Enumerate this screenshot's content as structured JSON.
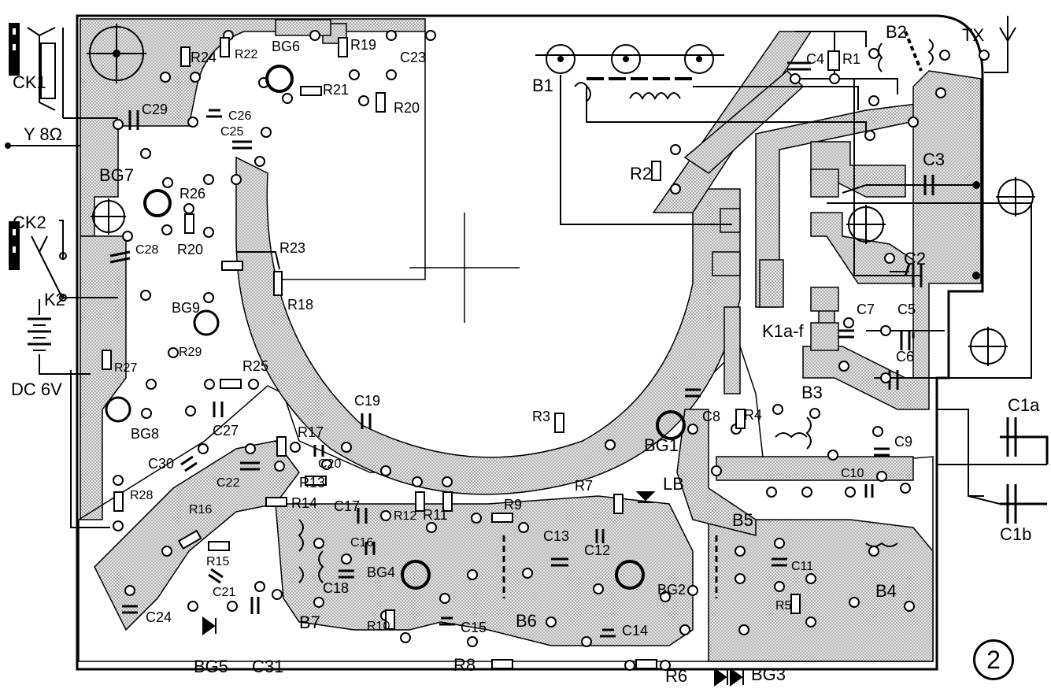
{
  "figure": {
    "number": "2"
  },
  "colors": {
    "ink": "#000000",
    "copper": "#d9d9d9",
    "paper": "#ffffff"
  },
  "labels": {
    "ck1": "CK1",
    "y8": "Y 8Ω",
    "ck2": "CK2",
    "k2": "K2",
    "dc6v": "DC 6V",
    "r24": "R24",
    "r22": "R22",
    "bg6": "BG6",
    "r19": "R19",
    "c23": "C23",
    "c29": "C29",
    "c26": "C26",
    "r21": "R21",
    "r20a": "R20",
    "c25": "C25",
    "bg7": "BG7",
    "r26": "R26",
    "c28": "C28",
    "r20b": "R20",
    "r23": "R23",
    "r18": "R18",
    "bg9": "BG9",
    "r27": "R27",
    "r29": "R29",
    "r25": "R25",
    "bg8": "BG8",
    "c27": "C27",
    "c30": "C30",
    "r28": "R28",
    "c19": "C19",
    "r17": "R17",
    "c20": "C20",
    "c22": "C22",
    "r13": "R13",
    "r16": "R16",
    "r14": "R14",
    "r15": "R15",
    "c17": "C17",
    "r12": "R12",
    "r11": "R11",
    "c16": "C16",
    "bg4": "BG4",
    "c18": "C18",
    "b7": "B7",
    "c24": "C24",
    "c21": "C21",
    "bg5": "BG5",
    "c31": "C31",
    "r10": "R10",
    "c15": "C15",
    "r8": "R8",
    "r9": "R9",
    "b6": "B6",
    "c13": "C13",
    "c12": "C12",
    "bg2": "BG2",
    "c14": "C14",
    "r6": "R6",
    "bg3": "BG3",
    "r7": "R7",
    "lb": "LB",
    "r3": "R3",
    "bg1": "BG1",
    "c8": "C8",
    "r4": "R4",
    "b3": "B3",
    "c9": "C9",
    "c10": "C10",
    "b5": "B5",
    "c11": "C11",
    "r5": "R5",
    "b4": "B4",
    "b1": "B1",
    "r2": "R2",
    "c4": "C4",
    "r1": "R1",
    "b2": "B2",
    "tx": "TX",
    "c3": "C3",
    "c2": "C2",
    "c7": "C7",
    "c5": "C5",
    "c6": "C6",
    "k1af": "K1a-f",
    "c1a": "C1a",
    "c1b": "C1b"
  }
}
